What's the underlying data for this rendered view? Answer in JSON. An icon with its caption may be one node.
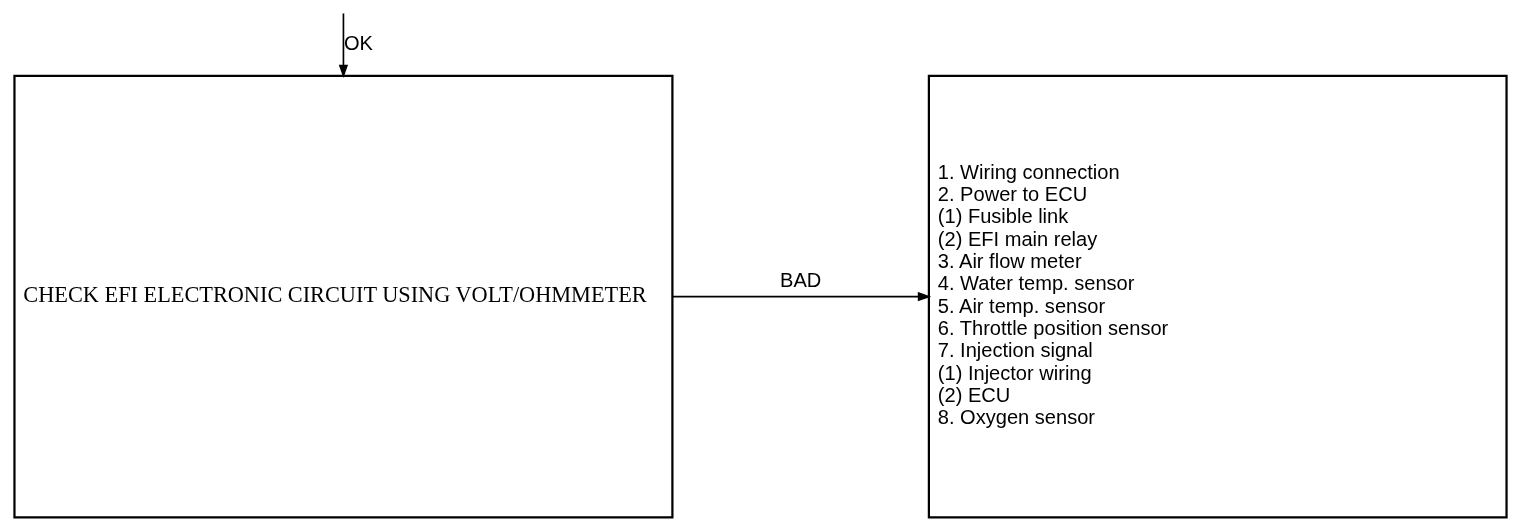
{
  "diagram": {
    "nodes": [
      {
        "text": [
          "CHECK EFI ELECTRONIC CIRCUIT USING VOLT/OHMMETER"
        ]
      },
      {
        "text": [
          "1. Wiring connection",
          "2. Power to ECU",
          "(1) Fusible link",
          "(2) EFI main relay",
          "3. Air flow meter",
          "4. Water temp. sensor",
          "5. Air temp. sensor",
          "6. Throttle position sensor",
          "7. Injection signal",
          "(1) Injector wiring",
          "(2) ECU",
          "8. Oxygen sensor"
        ]
      }
    ],
    "edges": [
      {
        "from": null,
        "to": 0,
        "arrow": "to",
        "label": "OK"
      },
      {
        "from": 0,
        "to": 1,
        "arrow": "to",
        "label": "BAD"
      }
    ]
  }
}
